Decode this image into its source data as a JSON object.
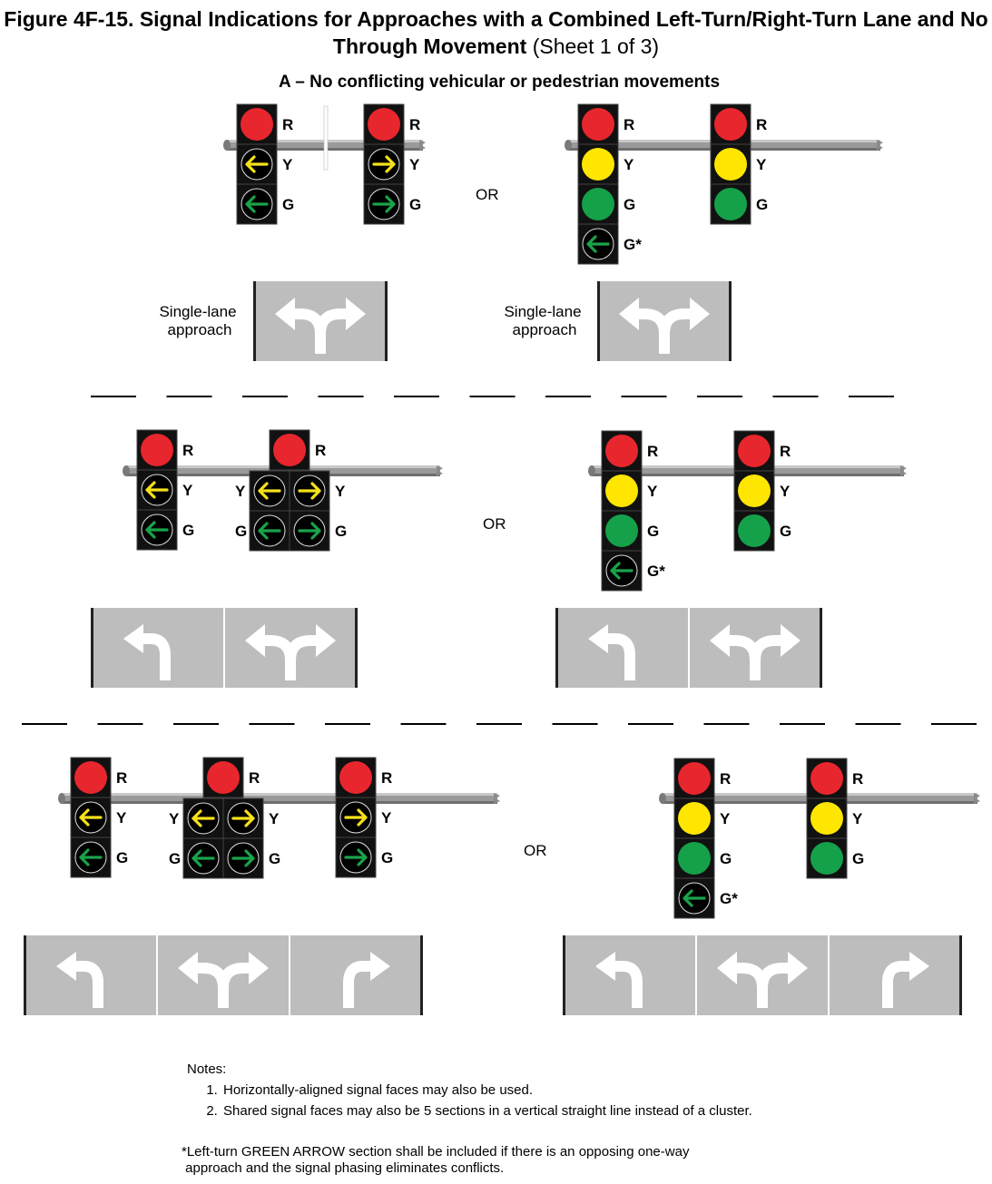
{
  "title": {
    "bold": "Figure 4F-15.  Signal Indications for Approaches with a Combined Left-Turn/Right-Turn Lane and No Through Movement",
    "normal": "(Sheet 1 of 3)"
  },
  "section_a": {
    "heading": "A – No conflicting vehicular or pedestrian movements"
  },
  "labels": {
    "red": "R",
    "yellow": "Y",
    "green": "G",
    "green_star": "G*",
    "or": "OR",
    "single_lane": "Single-lane",
    "approach": "approach"
  },
  "notes": {
    "heading": "Notes:",
    "items": [
      "Horizontally-aligned signal faces may also be used.",
      "Shared signal faces may also be 5 sections in a vertical straight line instead of a cluster."
    ]
  },
  "footnote": {
    "line1": "*Left-turn GREEN ARROW section shall be included if there is an opposing one-way",
    "line2": " approach and the signal phasing eliminates conflicts."
  },
  "colors": {
    "housing": "#111111",
    "red": "#e8262d",
    "yellow": "#ffe600",
    "green": "#15a04a",
    "arrow_yellow": "#f5e11a",
    "arrow_green": "#1aa34a",
    "pavement": "#bdbdbd",
    "pole": "#9a9a9a"
  },
  "icons": [
    "signal-head-icon",
    "left-arrow-icon",
    "right-arrow-icon",
    "left-turn-pavement-arrow-icon",
    "right-turn-pavement-arrow-icon",
    "left-right-pavement-arrow-icon",
    "mast-arm-pole-icon"
  ]
}
